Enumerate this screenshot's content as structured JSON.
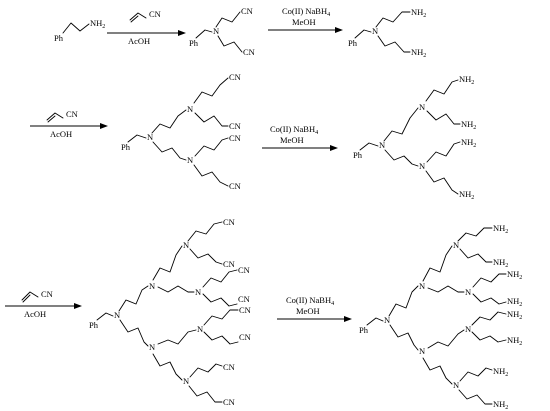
{
  "scheme": {
    "step1": {
      "reagent_top": "CN",
      "conditions": "AcOH"
    },
    "step2": {
      "reagent_top": "Co(II) NaBH",
      "reagent_sub": "4",
      "conditions": "MeOH"
    },
    "labels": {
      "phenyl": "Ph",
      "amine": "NH",
      "amine_sub": "2",
      "nitrogen": "N",
      "nitrile": "CN"
    }
  }
}
